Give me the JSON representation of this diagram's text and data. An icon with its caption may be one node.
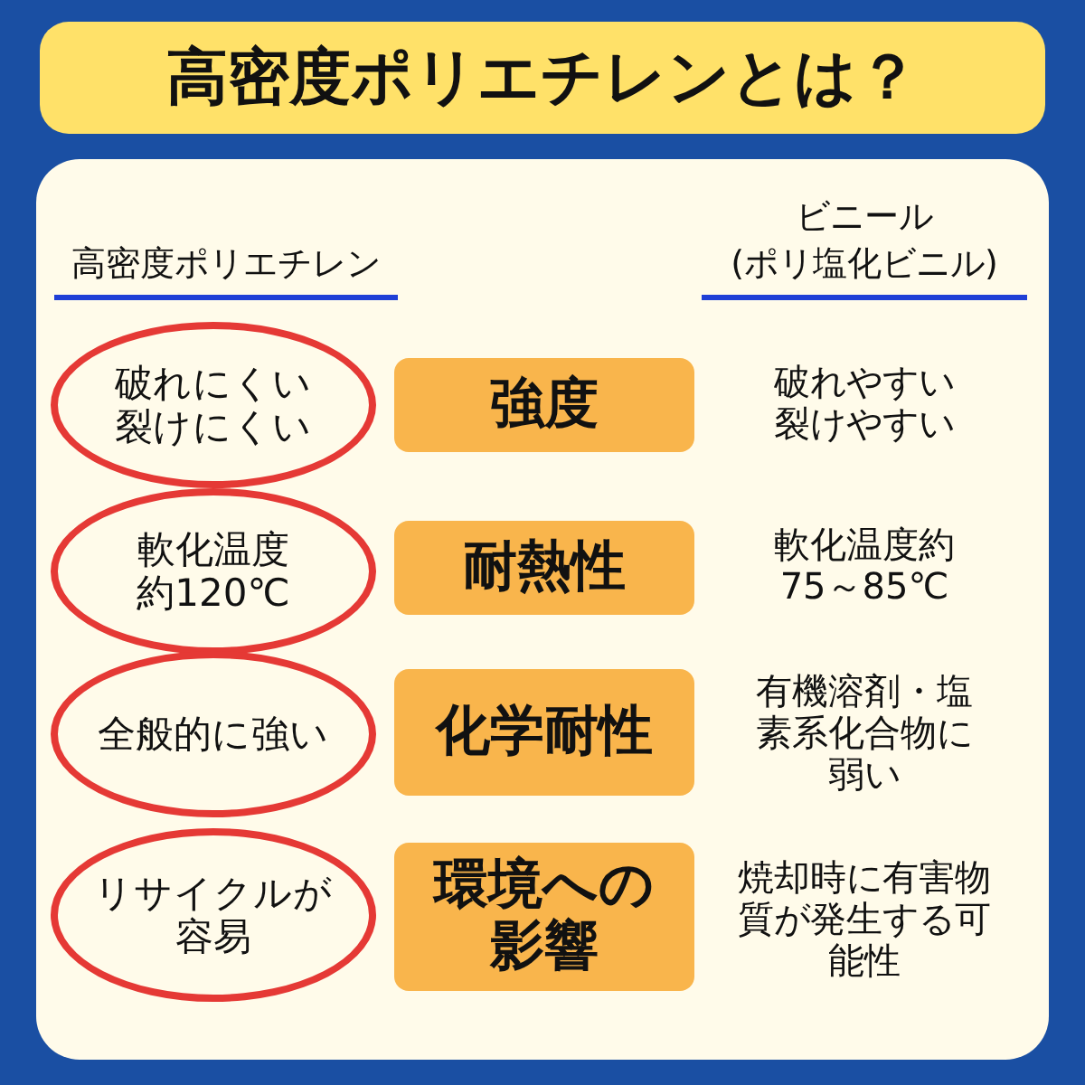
{
  "diagram": {
    "title": "高密度ポリエチレンとは？",
    "nodes": [
      {
        "text": [
          "破れにくい裂けにくい"
        ]
      },
      {
        "text": [
          "強度"
        ]
      },
      {
        "text": [
          "軟化温度約120℃"
        ]
      },
      {
        "text": [
          "耐熱性"
        ]
      },
      {
        "text": [
          "全般的に強い"
        ]
      },
      {
        "text": [
          "化学耐性"
        ]
      },
      {
        "text": [
          "リサイクルが容易"
        ]
      },
      {
        "text": [
          "環境への影響"
        ]
      }
    ],
    "edges": [],
    "labels": [
      "高密度ポリエチレン",
      "ビニール(ポリ塩化ビニル)",
      "破れやすい裂けやすい",
      "軟化温度約75～85℃",
      "有機溶剤・塩素系化合物に弱い",
      "焼却時に有害物質が発生する可能性"
    ]
  }
}
